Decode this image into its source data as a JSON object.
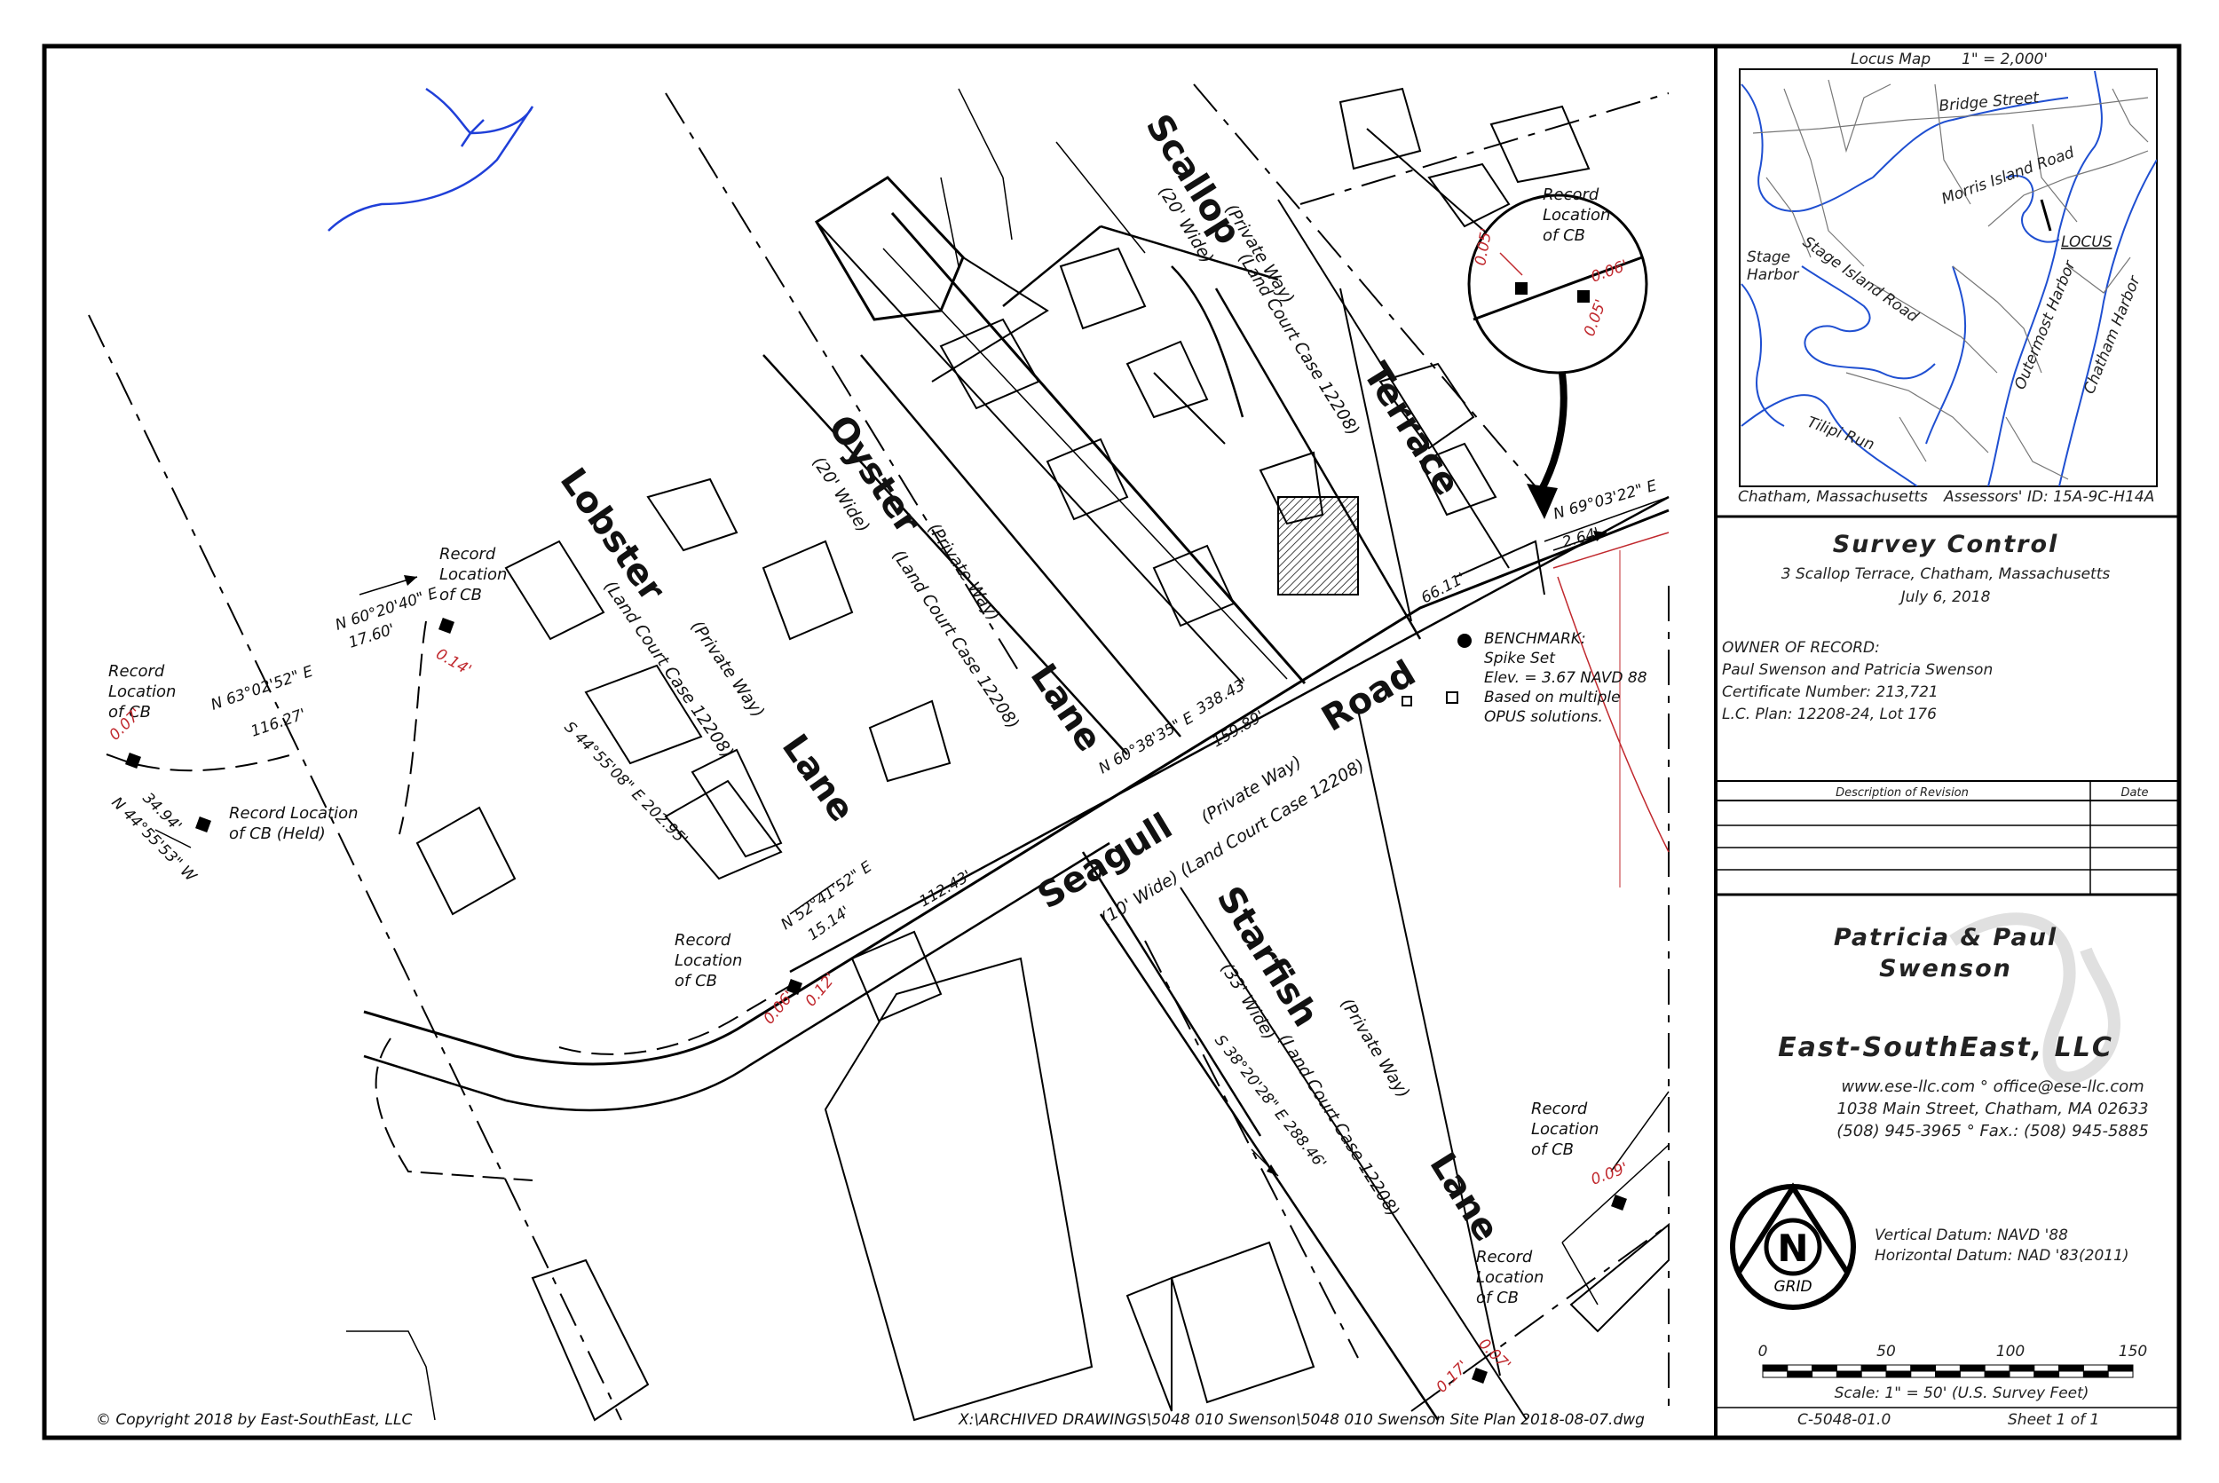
{
  "locus_map": {
    "title": "Locus Map",
    "scale": "1\" = 2,000'",
    "labels": {
      "bridge_street": "Bridge Street",
      "morris_island_road": "Morris Island Road",
      "locus": "LOCUS",
      "stage_harbor": "Stage\nHarbor",
      "stage_island_road": "Stage Island Road",
      "outermost_harbor": "Outermost Harbor",
      "chatham_harbor": "Chatham Harbor",
      "tilipi_run": "Tilipi Run"
    },
    "town": "Chatham, Massachusetts",
    "assessors_id": "Assessors' ID: 15A-9C-H14A",
    "water_color": "#1f4fd1"
  },
  "title_block": {
    "title": "Survey Control",
    "address": "3 Scallop Terrace, Chatham, Massachusetts",
    "date": "July 6, 2018",
    "owner_heading": "OWNER OF RECORD:",
    "owner_names": "Paul Swenson and Patricia Swenson",
    "certificate": "Certificate Number: 213,721",
    "lc_plan": "L.C. Plan: 12208-24, Lot 176",
    "revision_headers": [
      "Description of Revision",
      "Date"
    ],
    "client_line1": "Patricia & Paul",
    "client_line2": "Swenson",
    "company": "East-SouthEast, LLC",
    "web_email": "www.ese-llc.com ° office@ese-llc.com",
    "street_address": "1038 Main Street, Chatham, MA 02633",
    "phone_fax": "(508) 945-3965 ° Fax.: (508) 945-5885",
    "north_letter": "N",
    "north_grid": "GRID",
    "vertical_datum": "Vertical Datum: NAVD '88",
    "horizontal_datum": "Horizontal Datum: NAD '83(2011)",
    "scale_ticks": [
      "0",
      "50",
      "100",
      "150"
    ],
    "scale_text": "Scale: 1\" = 50' (U.S. Survey Feet)",
    "drawing_number": "C-5048-01.0",
    "sheet": "Sheet 1 of 1"
  },
  "plan": {
    "streets": {
      "scallop": "Scallop",
      "scallop_width": "(20' Wide)",
      "scallop_private": "(Private Way)",
      "scallop_lcc": "(Land Court Case 12208)",
      "terrace": "Terrace",
      "oyster": "Oyster",
      "oyster_width": "(20' Wide)",
      "oyster_private": "(Private Way)",
      "oyster_lcc": "(Land Court Case 12208)",
      "oyster_lane": "Lane",
      "lobster": "Lobster",
      "lobster_private": "(Private Way)",
      "lobster_lcc": "(Land Court Case 12208)",
      "lobster_lane": "Lane",
      "seagull": "Seagull",
      "seagull_private": "(Private Way)",
      "seagull_road": "Road",
      "seagull_width_lcc": "(10' Wide)  (Land Court Case 12208)",
      "starfish": "Starfish",
      "starfish_width": "(33' Wide)",
      "starfish_private": "(Private Way)",
      "starfish_lcc": "(Land Court Case 12208)",
      "starfish_lane": "Lane"
    },
    "bearings": {
      "b1": "N 69°03'22\" E",
      "b1_dist": "2.64'",
      "b2": "66.11'",
      "b3": "N 60°38'35\" E",
      "b3_dist": "338.43'",
      "b4": "159.89'",
      "b5": "112.43'",
      "b6": "N 52°41'52\" E",
      "b6_dist": "15.14'",
      "b7": "N 60°20'40\" E",
      "b7_dist": "17.60'",
      "b8": "N 63°02'52\" E",
      "b8_dist": "116.27'",
      "b9": "34.94'",
      "b10": "N 44°55'53\" W",
      "b11": "S 44°55'08\" E  202.95'",
      "b12": "S 38°20'28\" E  288.46'"
    },
    "record_cb": "Record\nLocation\nof CB",
    "record_cb_held": "Record Location\nof CB (Held)",
    "offsets": {
      "o1": "0.07'",
      "o2": "0.14'",
      "o3": "0.06'",
      "o4": "0.12'",
      "o5": "0.09'",
      "o6": "0.07'",
      "o7": "0.17'",
      "inset_a": "0.05'",
      "inset_b": "0.06'",
      "inset_c": "0.05'"
    },
    "benchmark": "BENCHMARK:\nSpike Set\nElev. = 3.67 NAVD 88\nBased on multiple\nOPUS solutions.",
    "copyright": "© Copyright 2018 by East-SouthEast, LLC",
    "file_path": "X:\\ARCHIVED DRAWINGS\\5048 010 Swenson\\5048 010 Swenson Site Plan 2018-08-07.dwg",
    "water_color": "#1f3fd8",
    "offset_color": "#c0282d"
  }
}
